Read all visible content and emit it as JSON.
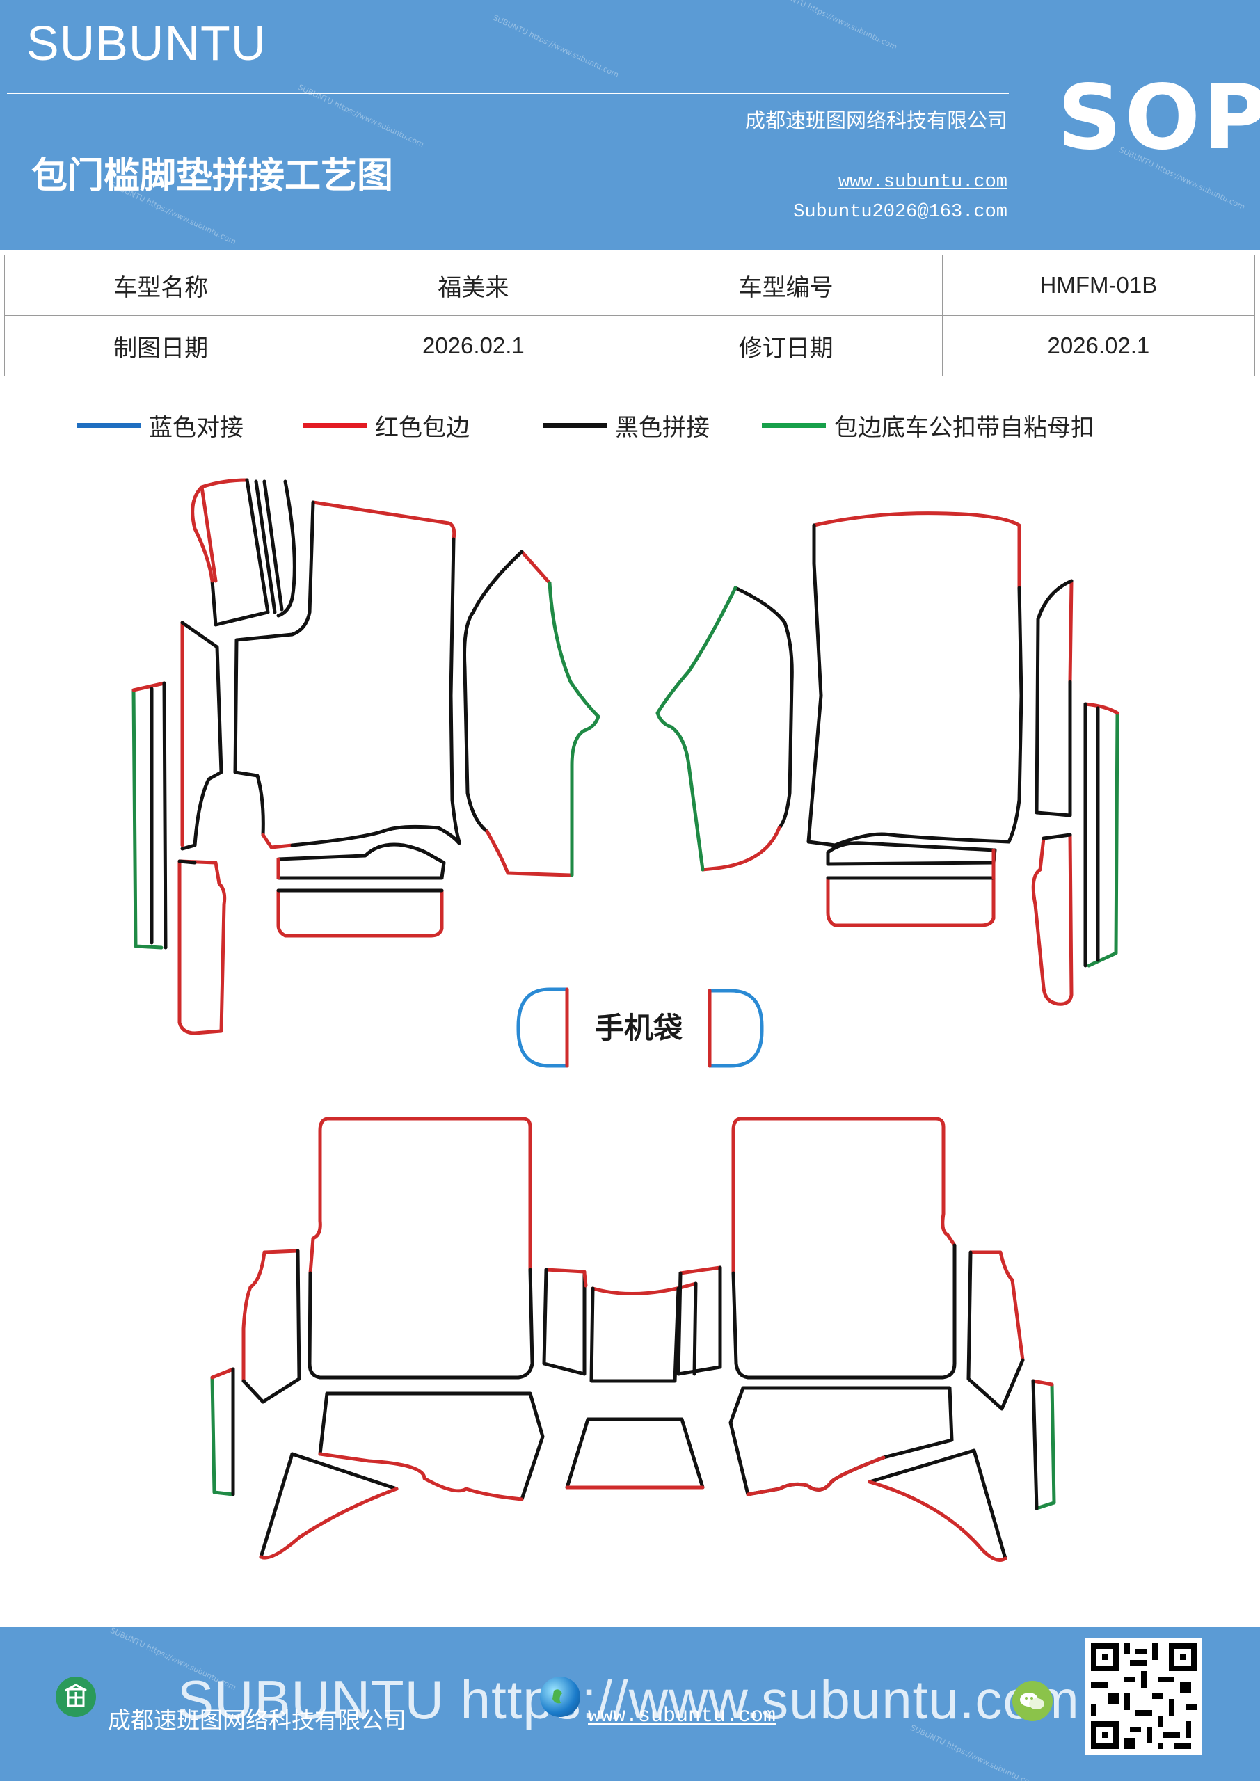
{
  "header": {
    "brand": "SUBUNTU",
    "doc_title": "包门槛脚垫拼接工艺图",
    "company": "成都速班图网络科技有限公司",
    "website": "www.subuntu.com",
    "email": "Subuntu2026@163.com",
    "badge": "SOP"
  },
  "info_table": {
    "rows": [
      {
        "label1": "车型名称",
        "value1": "福美来",
        "label2": "车型编号",
        "value2": "HMFM-01B"
      },
      {
        "label1": "制图日期",
        "value1": "2026.02.1",
        "label2": "修订日期",
        "value2": "2026.02.1"
      }
    ]
  },
  "legend": [
    {
      "label": "蓝色对接",
      "color": "#1f6fc1"
    },
    {
      "label": "红色包边",
      "color": "#e31b23"
    },
    {
      "label": "黑色拼接",
      "color": "#111111"
    },
    {
      "label": "包边底车公扣带自粘母扣",
      "color": "#17a04a"
    }
  ],
  "diagram": {
    "phone_bag_label": "手机袋",
    "stroke_colors": {
      "red": "#cf2b2b",
      "black": "#111111",
      "green": "#1f8a45",
      "blue": "#2a8ad4"
    }
  },
  "footer": {
    "watermark": "SUBUNTU https://www.subuntu.com",
    "company": "成都速班图网络科技有限公司",
    "website": "www.subuntu.com",
    "icons": [
      "building-icon",
      "globe-icon",
      "wechat-icon",
      "qr-code"
    ]
  }
}
